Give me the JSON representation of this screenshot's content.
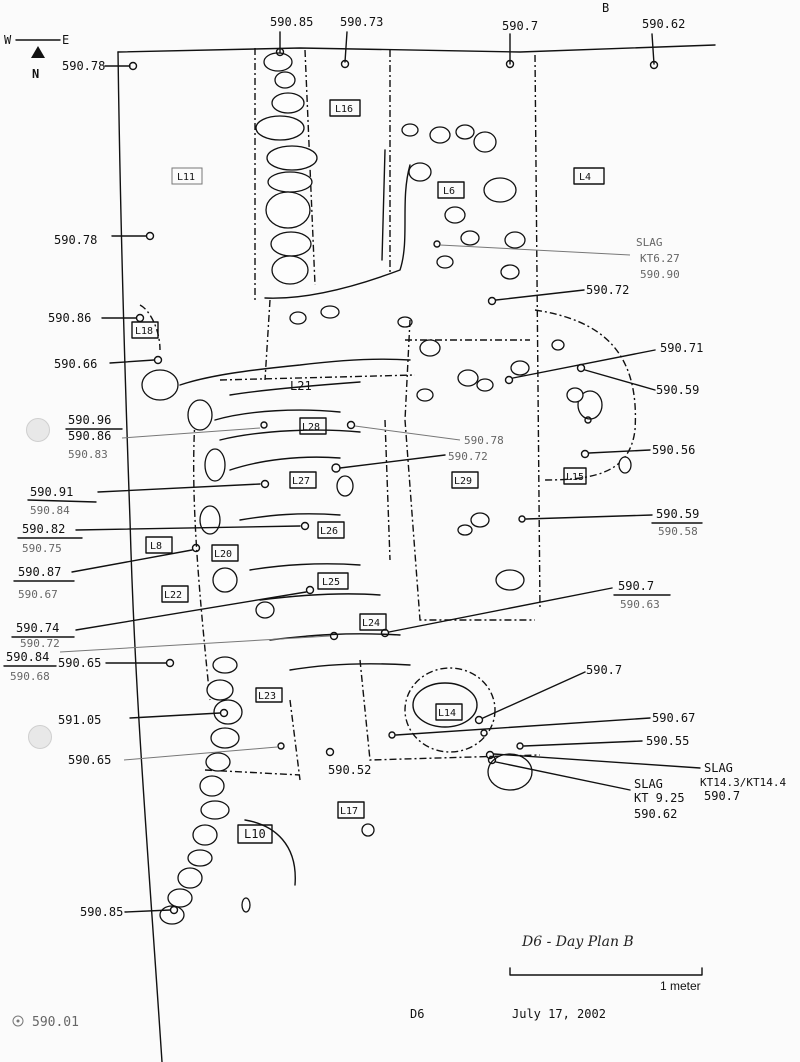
{
  "compass": {
    "west": "W",
    "east": "E",
    "north": "N"
  },
  "datum_top": {
    "top_a": "590.85",
    "top_b": "590.73",
    "top_c": "590.7",
    "top_d": "590.62",
    "top_corner": "B"
  },
  "left_readings": {
    "r1": "590.78",
    "r2": "590.78",
    "r3": "590.86",
    "r4": "590.66",
    "r5a": "590.96",
    "r5b": "590.86",
    "r5c": "590.83",
    "r6a": "590.91",
    "r6b": "590.84",
    "r7a": "590.82",
    "r7b": "590.75",
    "r8a": "590.87",
    "r8b": "590.67",
    "r9a": "590.74",
    "r9b": "590.72",
    "r10a": "590.84",
    "r10b": "590.68",
    "r11": "590.65",
    "r12": "591.05",
    "r13": "590.65",
    "r14": "590.85"
  },
  "right_readings": {
    "slag1": "SLAG",
    "slag1_kt": "KT6.27",
    "slag1_val": "590.90",
    "r1": "590.72",
    "r2": "590.71",
    "r3": "590.59",
    "r4": "590.56",
    "r5a": "590.59",
    "r5b": "590.58",
    "r6a": "590.7",
    "r6b": "590.63",
    "r7": "590.7",
    "r8": "590.67",
    "r9": "590.55",
    "slag2": "SLAG",
    "slag2_kt": "KT14.3/KT14.4",
    "slag2_val": "590.7",
    "slag3": "SLAG",
    "slag3_kt": "KT 9.25",
    "slag3_val": "590.62"
  },
  "center_readings": {
    "c1": "590.78",
    "c2": "590.72",
    "c3": "590.52"
  },
  "loci": {
    "L4": "L4",
    "L6": "L6",
    "L8": "L8",
    "L10": "L10",
    "L11": "L11",
    "L14": "L14",
    "L15": "L15",
    "L16": "L16",
    "L17": "L17",
    "L18": "L18",
    "L20": "L20",
    "L21": "L21",
    "L22": "L22",
    "L23": "L23",
    "L24": "L24",
    "L25": "L25",
    "L26": "L26",
    "L27": "L27",
    "L28": "L28",
    "L29": "L29"
  },
  "footer": {
    "plan_title": "D6 - Day Plan B",
    "scale_label": "1 meter",
    "square": "D6",
    "date": "July 17, 2002",
    "legend_value": "590.01"
  }
}
